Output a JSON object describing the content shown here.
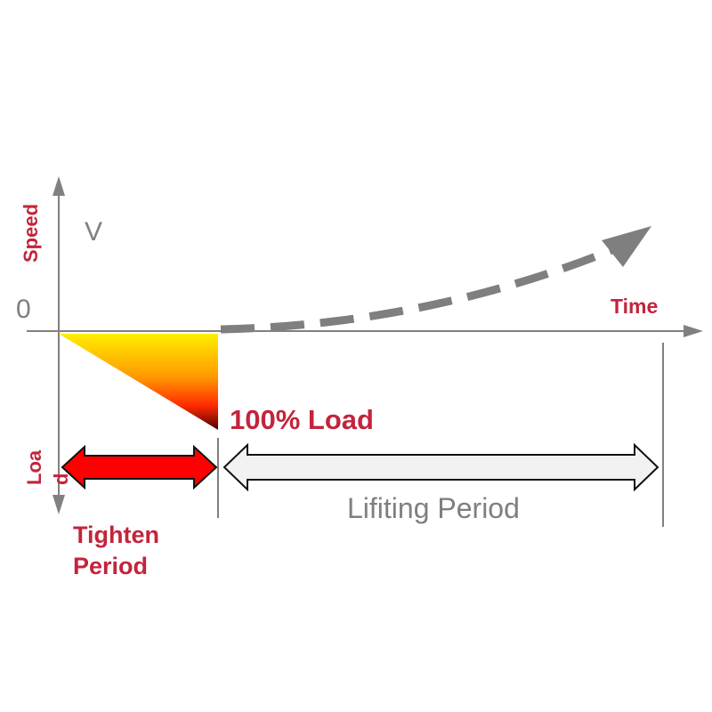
{
  "axes": {
    "y_label": "Speed",
    "y_symbol": "V",
    "origin": "0",
    "x_label": "Time",
    "load_label_part1": "Loa",
    "load_label_part2": "d"
  },
  "annotations": {
    "load": "100% Load",
    "tighten_line1": "Tighten",
    "tighten_line2": "Period",
    "lifting": "Lifiting Period"
  },
  "colors": {
    "accent_red": "#c3243c",
    "axis_gray": "#808080",
    "arrow_red": "#ff0000",
    "gradient_top": "#ffee00",
    "gradient_bottom": "#4a0000"
  }
}
